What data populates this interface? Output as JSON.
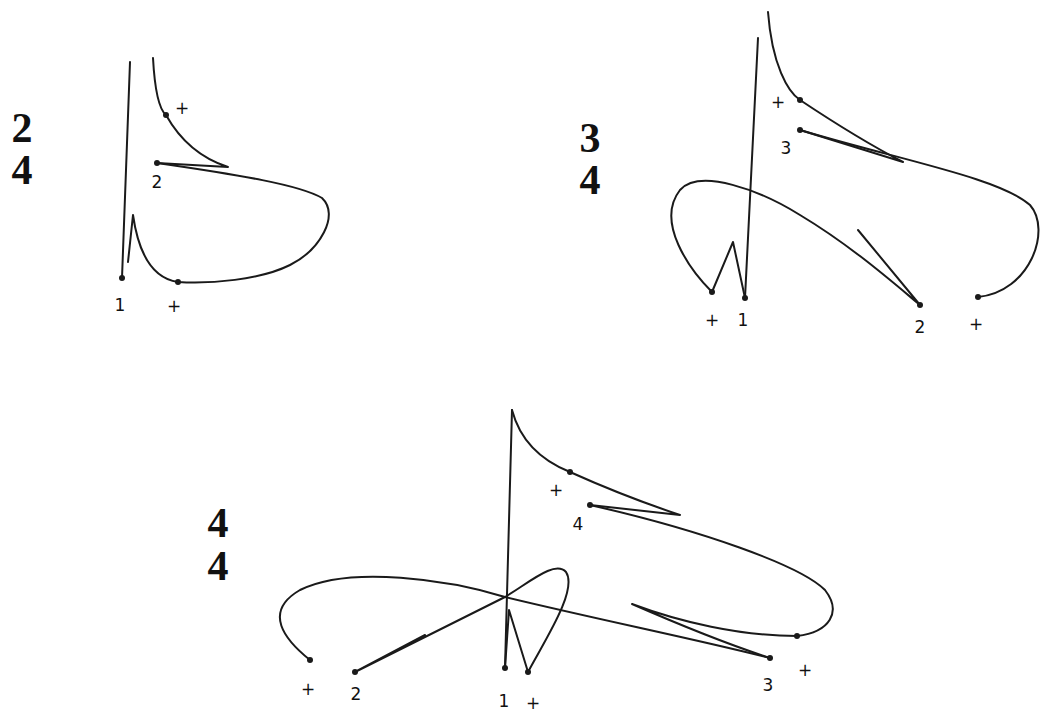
{
  "diagram": {
    "labels": [
      "2",
      "4",
      "+",
      "2",
      "1",
      "+",
      "3",
      "4",
      "+",
      "3",
      "+",
      "1",
      "2",
      "+",
      "4",
      "4",
      "+",
      "4",
      "+",
      "2",
      "1",
      "+",
      "3",
      "+"
    ]
  }
}
